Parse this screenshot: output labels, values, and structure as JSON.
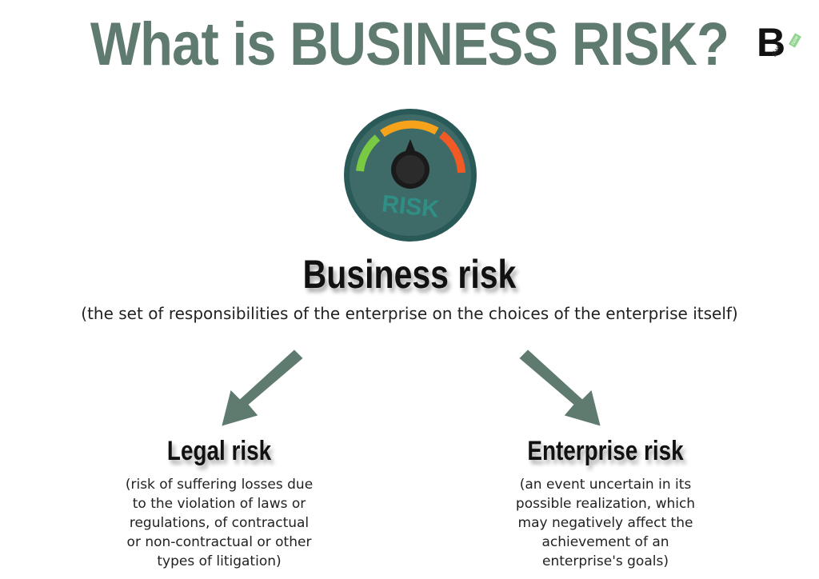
{
  "title": "What is BUSINESS RISK?",
  "logo": {
    "letter": "B",
    "small_text": "plan",
    "badge": "now"
  },
  "gauge": {
    "label": "RISK",
    "colors": {
      "ring": "#2a5a58",
      "face": "#3e6b68",
      "green": "#7ac943",
      "orange": "#f7a21b",
      "red": "#f15a24",
      "knob": "#1a1a1a"
    }
  },
  "main": {
    "heading": "Business risk",
    "subtitle": "(the set of responsibilities of the enterprise on the choices of the enterprise itself)"
  },
  "branches": [
    {
      "heading": "Legal risk",
      "lines": [
        "(risk of suffering losses due",
        "to the violation of laws or",
        "regulations, of contractual",
        "or non-contractual or other",
        "types of litigation)"
      ]
    },
    {
      "heading": "Enterprise risk",
      "lines": [
        "(an event uncertain in its",
        "possible realization, which",
        "may negatively affect the",
        "achievement of an",
        "enterprise's goals)"
      ]
    }
  ],
  "colors": {
    "title": "#5f7a6e",
    "arrow": "#5f7a6e"
  }
}
